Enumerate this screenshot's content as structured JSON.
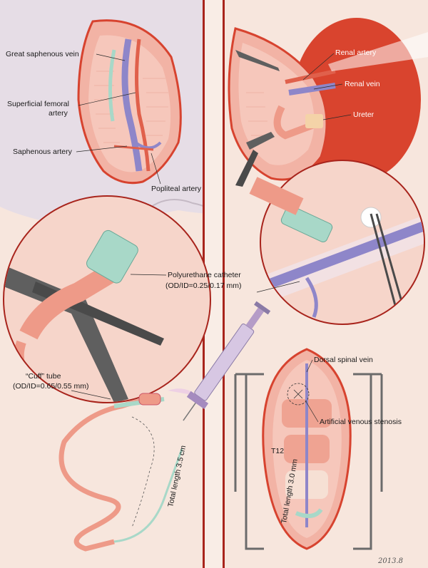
{
  "colors": {
    "background": "#f7e6dd",
    "divider": "#a8241c",
    "tissue": "#f0a493",
    "kidney": "#d9442e",
    "vein": "#8e86c9",
    "artery": "#e0604b",
    "metal": "#6b6b6b",
    "catheter": "#a8d8c8"
  },
  "labels": {
    "great_saphenous_vein": "Great saphenous vein",
    "superficial_femoral_artery_1": "Superficial femoral",
    "superficial_femoral_artery_2": "artery",
    "saphenous_artery": "Saphenous artery",
    "popliteal_artery": "Popliteal artery",
    "polyurethane_catheter_1": "Polyurethane catheter",
    "polyurethane_catheter_2": "(OD/ID=0.25/0.17 mm)",
    "cuff_tube_1": "“Cuff” tube",
    "cuff_tube_2": "(OD/ID=0.65/0.55 mm)",
    "total_length_catheter": "Total length 3.5 cm",
    "renal_artery": "Renal artery",
    "renal_vein": "Renal vein",
    "ureter": "Ureter",
    "dorsal_spinal_vein": "Dorsal spinal vein",
    "artificial_venous_stenosis": "Artificial venous stenosis",
    "t12": "T12",
    "total_length_spinal": "Total length 3.0 mm",
    "signature": "2013.8"
  }
}
